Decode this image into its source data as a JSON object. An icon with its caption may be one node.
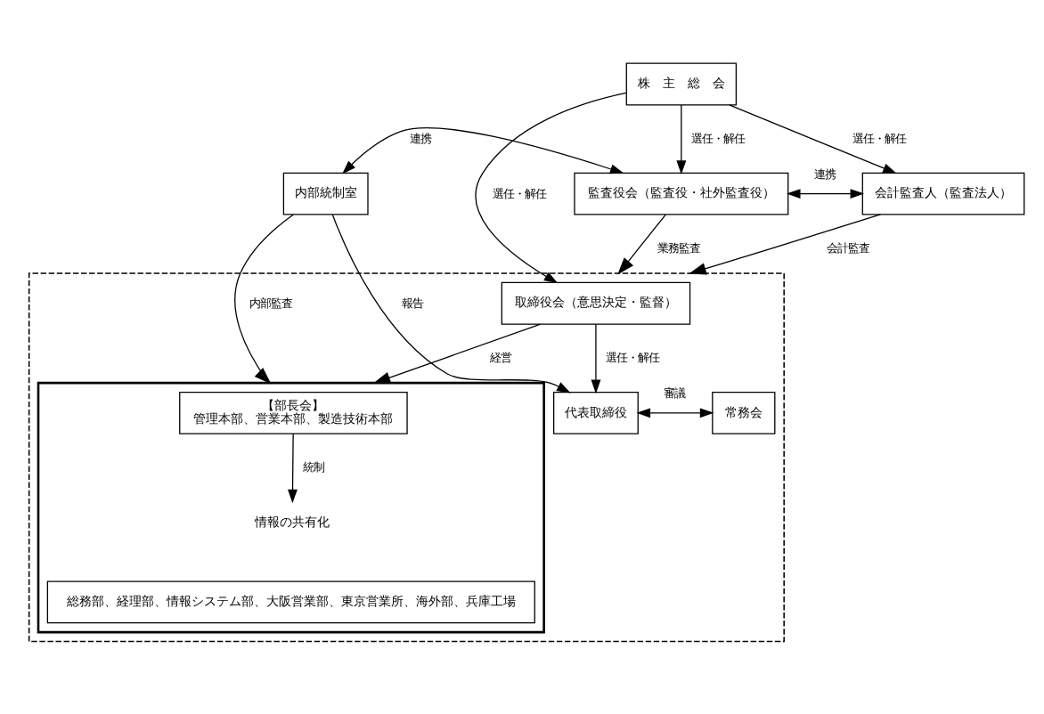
{
  "diagram": {
    "nodes": [
      {
        "text": [
          "株　主　総　会"
        ]
      },
      {
        "text": [
          "監査役会（監査役・社外監査役）"
        ]
      },
      {
        "text": [
          "内部統制室"
        ]
      },
      {
        "text": [],
        "shape": "box"
      },
      {
        "text": [
          "取締役会（意思決定・監督）"
        ],
        "in": 3
      },
      {
        "text": [
          "代表取締役"
        ],
        "in": 3
      },
      {
        "text": [
          "常務会"
        ],
        "in": 3
      },
      {
        "text": [],
        "shape": "box",
        "in": 3
      },
      {
        "text": [
          "【部長会】",
          "管理本部、営業本部、製造技術本部"
        ],
        "in": 7
      },
      {
        "text": [
          "情報の共有化"
        ],
        "in": 7
      },
      {
        "text": [
          "総務部、経理部、情報システム部、大阪営業部、東京営業所、海外部、兵庫工場"
        ],
        "in": 7
      },
      {
        "text": [
          "会計監査人（監査法人）"
        ]
      }
    ],
    "edges": [
      {
        "from": 0,
        "to": 1,
        "arrow": "to",
        "label": "選任・解任"
      },
      {
        "from": 0,
        "to": 4,
        "arrow": "to",
        "label": "選任・解任"
      },
      {
        "from": 0,
        "to": 11,
        "arrow": "to",
        "label": "選任・解任"
      },
      {
        "from": 4,
        "to": 5,
        "arrow": "to",
        "label": "選任・解任"
      },
      {
        "from": 2,
        "to": 5,
        "arrow": "to",
        "label": "報告"
      },
      {
        "from": 5,
        "to": 6,
        "arrow": "both",
        "label": "審議"
      },
      {
        "from": 4,
        "to": 7,
        "arrow": "to",
        "label": "経営"
      },
      {
        "from": 8,
        "to": 9,
        "arrow": "to",
        "label": "統制"
      },
      {
        "from": 1,
        "to": 3,
        "arrow": "to",
        "label": "業務監査"
      },
      {
        "from": 2,
        "to": 7,
        "arrow": "to",
        "label": "内部監査"
      },
      {
        "from": 11,
        "to": 3,
        "arrow": "to",
        "label": "会計監査"
      },
      {
        "from": 2,
        "to": 1,
        "arrow": "both",
        "label": "連携"
      },
      {
        "from": 1,
        "to": 11,
        "arrow": "both",
        "label": "連携"
      }
    ]
  }
}
